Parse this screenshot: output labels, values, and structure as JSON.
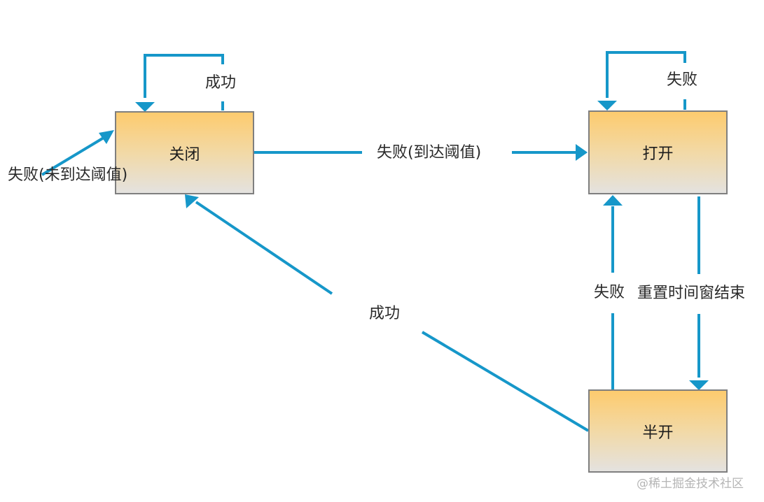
{
  "diagram": {
    "title": "",
    "colors": {
      "arrow": "#1697c9",
      "box_border": "#7f7f7f",
      "box_top": "#fdcb6e",
      "box_bottom": "#e4e2df"
    },
    "states": {
      "closed": "关闭",
      "open": "打开",
      "half_open": "半开"
    },
    "transitions": {
      "closed_self_success": "成功",
      "closed_fail_below_threshold": "失败(未到达阈值)",
      "closed_to_open": "失败(到达阈值)",
      "open_self_fail": "失败",
      "half_open_to_closed": "成功",
      "half_open_to_open": "失败",
      "open_to_half_open": "重置时间窗结束"
    },
    "watermark": "@稀土掘金技术社区"
  }
}
